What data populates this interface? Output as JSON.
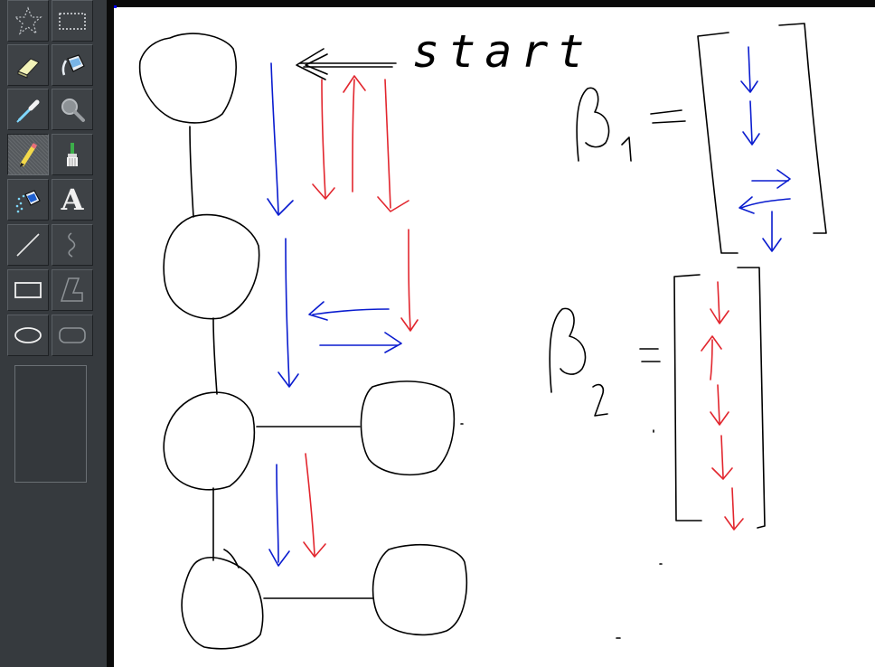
{
  "toolbox": {
    "tools": [
      {
        "name": "free-select",
        "icon": "star-select-icon"
      },
      {
        "name": "rectangle-select",
        "icon": "dashed-rectangle-icon"
      },
      {
        "name": "eraser",
        "icon": "eraser-icon"
      },
      {
        "name": "fill",
        "icon": "paint-bucket-icon"
      },
      {
        "name": "color-picker",
        "icon": "eyedropper-icon"
      },
      {
        "name": "magnifier",
        "icon": "magnifier-icon"
      },
      {
        "name": "pencil",
        "icon": "pencil-icon",
        "active": true
      },
      {
        "name": "brush",
        "icon": "brush-icon"
      },
      {
        "name": "airbrush",
        "icon": "airbrush-icon"
      },
      {
        "name": "text",
        "icon": "text-icon",
        "glyph": "A"
      },
      {
        "name": "line",
        "icon": "line-icon"
      },
      {
        "name": "curve",
        "icon": "curve-icon"
      },
      {
        "name": "rectangle",
        "icon": "rectangle-icon"
      },
      {
        "name": "polygon",
        "icon": "polygon-icon"
      },
      {
        "name": "ellipse",
        "icon": "ellipse-icon"
      },
      {
        "name": "rounded-rectangle",
        "icon": "rounded-rectangle-icon"
      }
    ]
  },
  "canvas": {
    "handwriting": {
      "start_label": "start"
    },
    "ink_colors": {
      "black": "#000000",
      "blue": "#0a1ccf",
      "red": "#e2262e"
    }
  },
  "colors": {
    "toolbox_bg": "#363a3e",
    "frame": "#0a0a0a",
    "canvas_bg": "#ffffff"
  }
}
